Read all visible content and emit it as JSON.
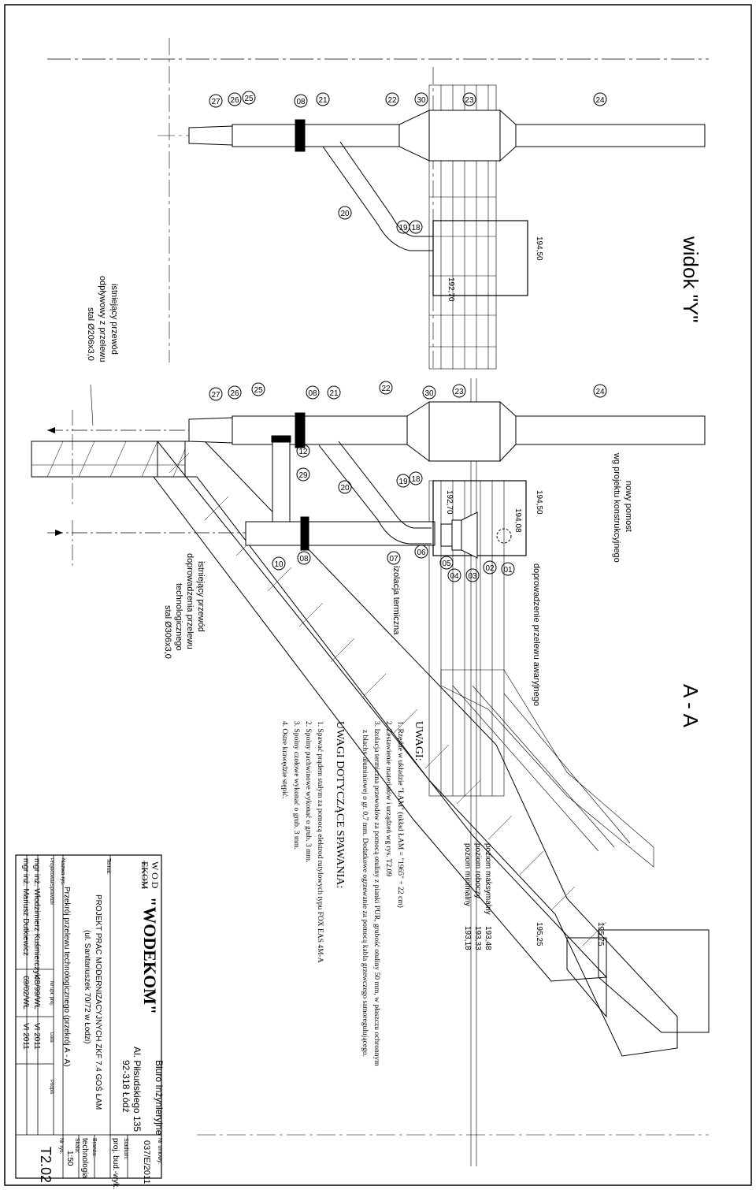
{
  "views": {
    "view_y_title": "widok \"Y\"",
    "section_title": "A - A"
  },
  "upper_view": {
    "callouts": [
      "27",
      "26",
      "25",
      "08",
      "21",
      "22",
      "30",
      "23",
      "24",
      "20",
      "19",
      "18"
    ],
    "elevations": [
      "192,70",
      "194,50"
    ],
    "existing_outlet_note": [
      "istniejący przewód",
      "odpływowy z przelewu",
      "stal Ø206x3,0"
    ]
  },
  "section": {
    "callouts_top": [
      "27",
      "26",
      "25",
      "08",
      "21",
      "22",
      "30",
      "23",
      "24"
    ],
    "callouts_mid": [
      "12",
      "29",
      "20",
      "19",
      "18"
    ],
    "callouts_bottom": [
      "10",
      "08",
      "07",
      "06",
      "05",
      "04",
      "03",
      "02",
      "01"
    ],
    "elevations": [
      "192,70",
      "194,50",
      "194,08",
      "195,25",
      "195,75"
    ],
    "platform_note": [
      "nowy pomost",
      "wg projektu konstrukcyjnego"
    ],
    "emergency_feed": "doprowadzenie przelewu awaryjnego",
    "insulation": "izolacja termiczna",
    "existing_feed_note": [
      "istniejący przewód",
      "doprowadzenia przelewu",
      "technologicznego",
      "stal Ø306x3,0"
    ],
    "levels": [
      {
        "label": "poziom maksymalny",
        "value": "193,48"
      },
      {
        "label": "poziom roboczy",
        "value": "193,33"
      },
      {
        "label": "poziom minimalny",
        "value": "193,18"
      }
    ]
  },
  "notes": {
    "title": "UWAGI:",
    "items": [
      "1. Rzędne w układzie \"ŁAM\" (układ ŁAM = \"1965\" + 22 cm)",
      "2. Zestawienie materiałów i urządzeń wg rys. T2.09",
      "3. Izolacja termiczna przewodów za pomocą otuliny z pianki PUR, grubość otuliny 50 mm, w płaszczu ochronnym",
      "z blachy aluminiowej o gr. 0,7 mm. Dodatkowe ogrzewanie za pomocą kabla grzewczego samoregulującego."
    ],
    "welding_title": "UWAGI DOTYCZĄCE SPAWANIA:",
    "welding_items": [
      "1. Spawać prądem stałym za pomocą elektrod rutylowych typu FOX EAS 4M-A",
      "2. Spoiny pachwinowe wykonać o grub. 3 mm.",
      "3. Spoiny czołowe wykonać o grub. 3 mm.",
      "4. Ostre krawędzie stępić."
    ]
  },
  "title_block": {
    "logo_top": "W O D",
    "logo_bottom": "EKOM",
    "company": "\"WODEKOM\"",
    "office": "Biuro Inżynieryjne",
    "address1": "Al. Piłsudskiego 135",
    "address2": "92-318 Łódź",
    "contract_label": "Nr umowy:",
    "contract_no": "037/E/2011",
    "topic_label": "Temat:",
    "topic_line1": "PROJEKT PRAC MODERNIZACYJNYCH ZKF 7.4 GOŚ ŁAM",
    "topic_line2": "(ul. Sanitariuszek 70/72 w Łodzi)",
    "stage_label": "Stadium:",
    "stage": "proj. bud.-wyk.",
    "branch_label": "Branża:",
    "branch": "technologia",
    "drawing_name_label": "Nazwa rys.",
    "drawing_name": "Przekrój przelewu technologicznego (przekrój A - A)",
    "scale_label": "Skala:",
    "scale": "1:50",
    "col_designer": "Projektował/Sprawdził",
    "col_license": "Nr upr. proj.",
    "col_date": "Data",
    "col_signature": "Podpis",
    "drawing_no_label": "Nr rys.",
    "drawing_no": "T2.02",
    "rows": [
      {
        "name": "mgr inż. Włodzimierz Kuśmierczyk",
        "license": "48/99/WŁ",
        "date": "VI 2011"
      },
      {
        "name": "mgr inż. Mariusz Dutkiewicz",
        "license": "69/02/WŁ",
        "date": "VI 2011"
      }
    ]
  }
}
